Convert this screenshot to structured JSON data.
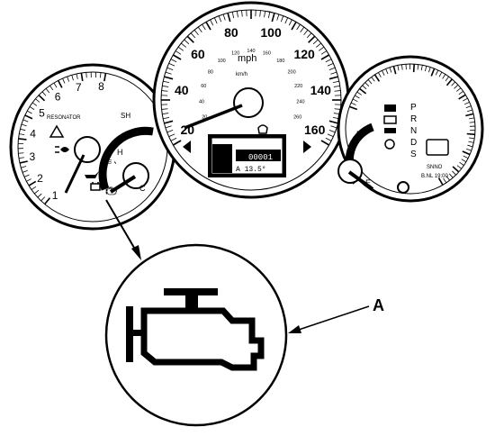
{
  "callout": {
    "label": "A"
  },
  "speedometer": {
    "unit": "mph",
    "unit_kmh": "km/h",
    "mph_ticks": [
      "20",
      "40",
      "60",
      "80",
      "100",
      "120",
      "140",
      "160"
    ],
    "kmh_ticks": [
      "20",
      "40",
      "60",
      "80",
      "100",
      "120",
      "140",
      "160",
      "180",
      "200",
      "220",
      "240",
      "260"
    ]
  },
  "tachometer": {
    "ticks": [
      "1",
      "2",
      "3",
      "4",
      "5",
      "6",
      "7",
      "8"
    ],
    "brand": "RESONATOR",
    "indicators": [
      "SH",
      "VSA"
    ]
  },
  "display": {
    "odometer": "00001",
    "trip": "A 13.5°"
  },
  "right_gauge": {
    "gear_letters": [
      "P",
      "R",
      "N",
      "D",
      "S"
    ],
    "text_1": "SNNO",
    "text_2": "B.NL 19:00",
    "fuel_full": "F",
    "fuel_empty": "E"
  },
  "temp_gauge": {
    "hot": "H",
    "cold": "C"
  },
  "icons": [
    "check-engine-icon",
    "left-turn-signal-icon",
    "right-turn-signal-icon",
    "headlight-icon",
    "battery-icon",
    "oil-pressure-icon",
    "tire-pressure-icon",
    "warning-triangle-icon"
  ]
}
